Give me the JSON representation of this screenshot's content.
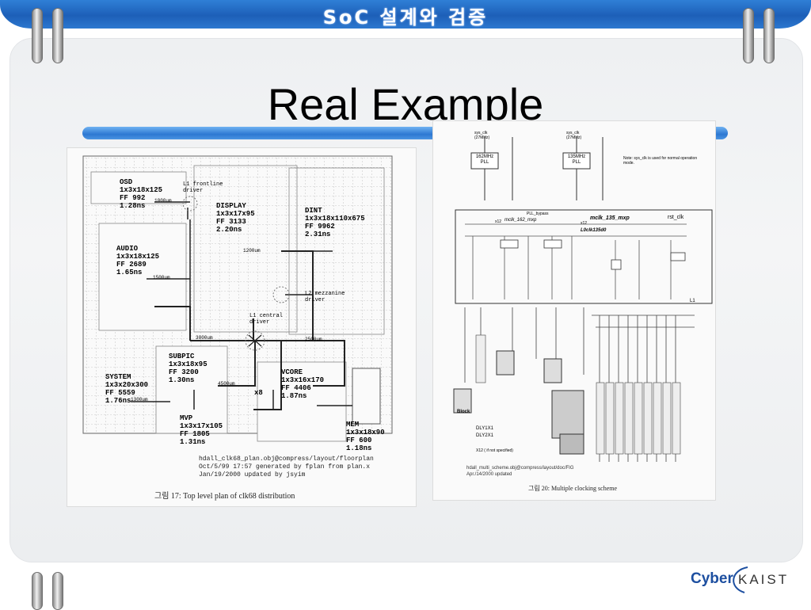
{
  "header": {
    "title": "SoC 설계와 검증"
  },
  "slide": {
    "title": "Real Example"
  },
  "figure_left": {
    "blocks": [
      {
        "name": "OSD",
        "lines": [
          "1x3x18x125",
          "FF 992",
          "1.28ns"
        ]
      },
      {
        "name": "DISPLAY",
        "lines": [
          "1x3x17x95",
          "FF 3133",
          "2.20ns"
        ]
      },
      {
        "name": "DINT",
        "lines": [
          "1x3x18x110x675",
          "FF 9962",
          "2.31ns"
        ]
      },
      {
        "name": "AUDIO",
        "lines": [
          "1x3x18x125",
          "FF 2689",
          "1.65ns"
        ]
      },
      {
        "name": "SUBPIC",
        "lines": [
          "1x3x18x95",
          "FF 3200",
          "1.30ns"
        ]
      },
      {
        "name": "SYSTEM",
        "lines": [
          "1x3x20x300",
          "FF 5559",
          "1.76ns"
        ]
      },
      {
        "name": "VCORE",
        "lines": [
          "1x3x16x170",
          "FF 4406",
          "1.87ns"
        ]
      },
      {
        "name": "MVP",
        "lines": [
          "1x3x17x105",
          "FF 1805",
          "1.31ns"
        ]
      },
      {
        "name": "MEM",
        "lines": [
          "1x3x18x90",
          "FF 600",
          "1.18ns"
        ]
      }
    ],
    "annotations": {
      "l1_frontline": "L1 frontline",
      "driver": "driver",
      "l2_mezzanine": "L2 mezzanine",
      "l1_central": "L1 central",
      "x8": "x8",
      "um1000": "1000um",
      "um1200": "1200um",
      "um1300": "1300um",
      "um1500": "1500um",
      "um2500": "2500um",
      "um3000": "3000um",
      "um4500": "4500um"
    },
    "footer_lines": [
      "hdall_clk68_plan.obj@compress/layout/floorplan",
      "Oct/5/99 17:57 generated by fplan from plan.x",
      "Jan/19/2000 updated by jsyim"
    ],
    "caption": "그림 17: Top level plan of clk68 distribution"
  },
  "figure_right": {
    "plls": [
      {
        "label": "162MHz",
        "sub": "PLL",
        "src": "sys_clk",
        "freq": "(27MHz)"
      },
      {
        "label": "135MHz",
        "sub": "PLL",
        "src": "sys_clk",
        "freq": "(27MHz)"
      }
    ],
    "labels": {
      "pll_bypass": "PLL_bypass",
      "mclk_162": "mclk_162_mxp",
      "mclk_135": "mclk_135_mxp",
      "rst_clk": "rst_clk",
      "x12a": "x12",
      "x12b": "x12",
      "l0": "L0clk135d0",
      "l1": "L1",
      "block": "Block",
      "dly1": "DLY1X1",
      "dly2": "DLY2X1",
      "legend": "X12 ( if not specified)",
      "note": "Note: sys_clk is used for normal operation mode."
    },
    "footer_lines": [
      "hdall_multi_scheme.obj@compress/layout/doc/FIG",
      "Apr./14/2000 updated"
    ],
    "caption": "그림 20: Multiple clocking scheme"
  },
  "logo": {
    "cyber": "Cyber",
    "kaist": "KAIST"
  }
}
